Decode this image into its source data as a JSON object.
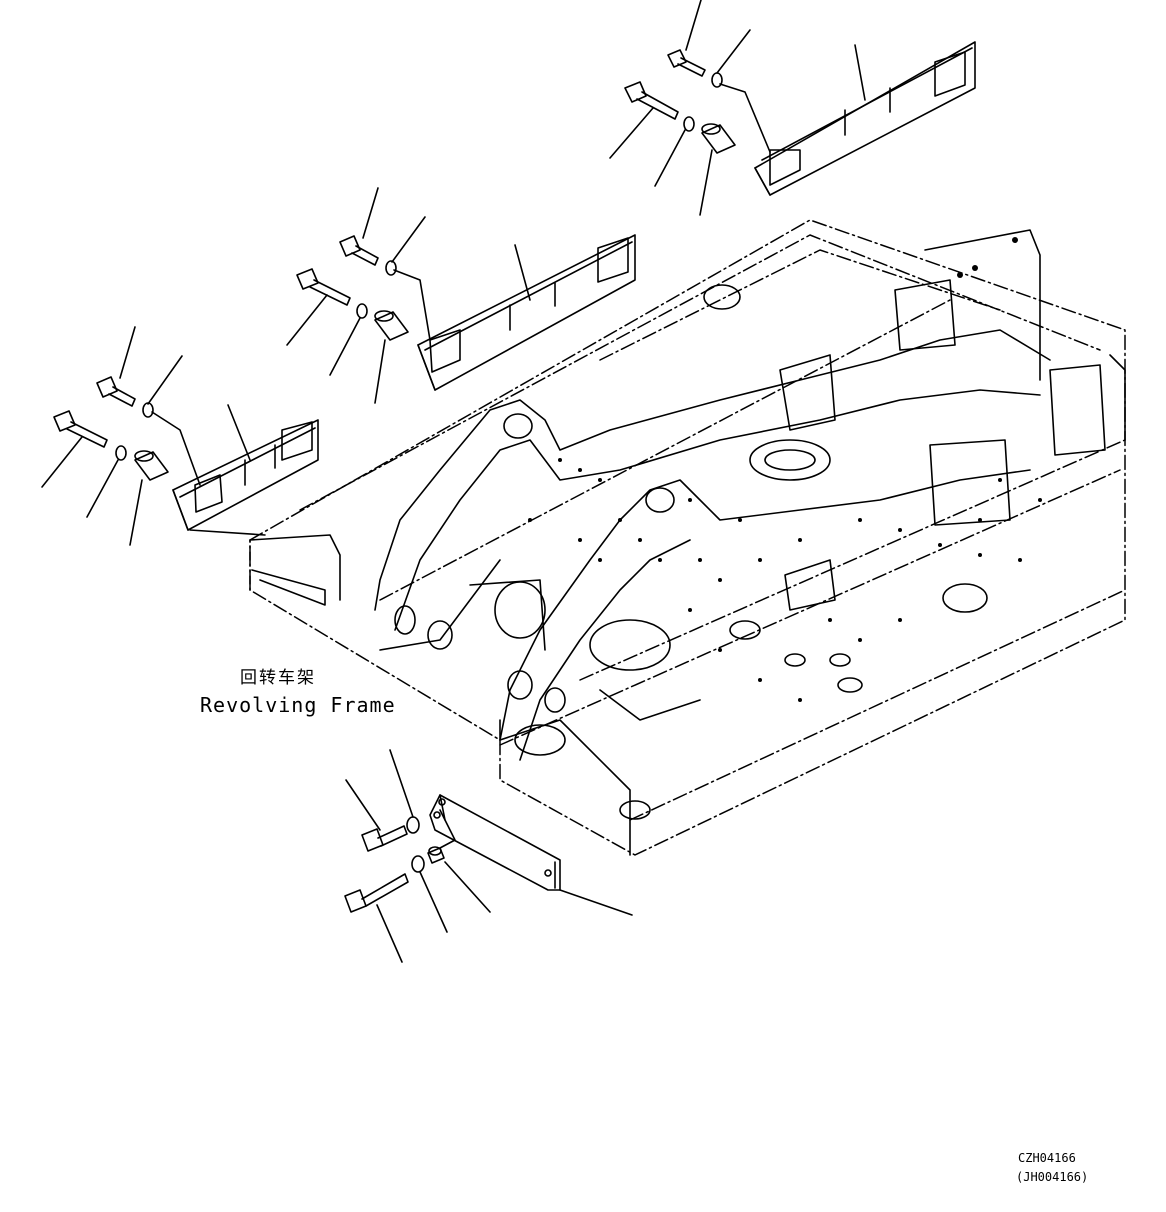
{
  "diagram": {
    "frame_label_cn": "回转车架",
    "frame_label_en": "Revolving Frame",
    "drawing_code": "CZH04166",
    "drawing_code_alt": "(JH004166)"
  },
  "parts": [
    {
      "name": "bolt",
      "count": 8
    },
    {
      "name": "washer",
      "count": 8
    },
    {
      "name": "spacer-collar",
      "count": 4
    },
    {
      "name": "under-cover-bracket",
      "count": 4
    }
  ]
}
